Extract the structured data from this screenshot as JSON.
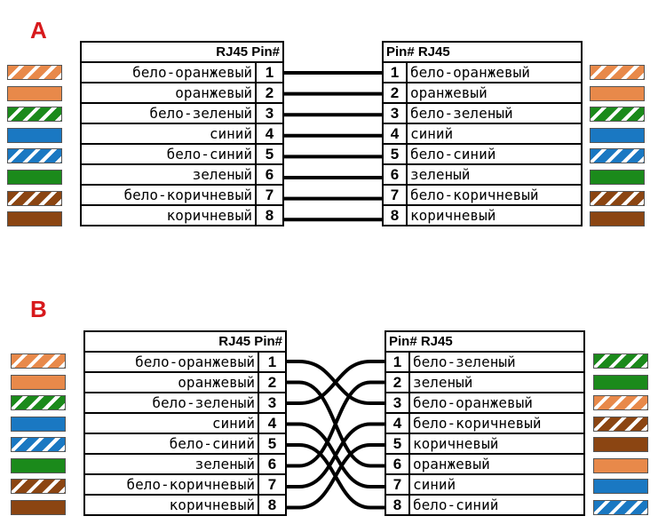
{
  "colors": {
    "orange": "#e8894a",
    "green": "#1b8a1b",
    "blue": "#1a78c2",
    "brown": "#8b4512",
    "label_red": "#d7191c",
    "wire": "#000000"
  },
  "diagrams": [
    {
      "label": "A",
      "left_header": "RJ45  Pin#",
      "right_header": "Pin#  RJ45",
      "left_pins": [
        {
          "name": "бело-оранжевый",
          "pin": "1",
          "color": "orange",
          "striped": true
        },
        {
          "name": "оранжевый",
          "pin": "2",
          "color": "orange",
          "striped": false
        },
        {
          "name": "бело-зеленый",
          "pin": "3",
          "color": "green",
          "striped": true
        },
        {
          "name": "синий",
          "pin": "4",
          "color": "blue",
          "striped": false
        },
        {
          "name": "бело-синий",
          "pin": "5",
          "color": "blue",
          "striped": true
        },
        {
          "name": "зеленый",
          "pin": "6",
          "color": "green",
          "striped": false
        },
        {
          "name": "бело-коричневый",
          "pin": "7",
          "color": "brown",
          "striped": true
        },
        {
          "name": "коричневый",
          "pin": "8",
          "color": "brown",
          "striped": false
        }
      ],
      "right_pins": [
        {
          "name": "бело-оранжевый",
          "pin": "1",
          "color": "orange",
          "striped": true
        },
        {
          "name": "оранжевый",
          "pin": "2",
          "color": "orange",
          "striped": false
        },
        {
          "name": "бело-зеленый",
          "pin": "3",
          "color": "green",
          "striped": true
        },
        {
          "name": "синий",
          "pin": "4",
          "color": "blue",
          "striped": false
        },
        {
          "name": "бело-синий",
          "pin": "5",
          "color": "blue",
          "striped": true
        },
        {
          "name": "зеленый",
          "pin": "6",
          "color": "green",
          "striped": false
        },
        {
          "name": "бело-коричневый",
          "pin": "7",
          "color": "brown",
          "striped": true
        },
        {
          "name": "коричневый",
          "pin": "8",
          "color": "brown",
          "striped": false
        }
      ],
      "connections": [
        [
          1,
          1
        ],
        [
          2,
          2
        ],
        [
          3,
          3
        ],
        [
          4,
          4
        ],
        [
          5,
          5
        ],
        [
          6,
          6
        ],
        [
          7,
          7
        ],
        [
          8,
          8
        ]
      ]
    },
    {
      "label": "B",
      "left_header": "RJ45  Pin#",
      "right_header": "Pin#  RJ45",
      "left_pins": [
        {
          "name": "бело-оранжевый",
          "pin": "1",
          "color": "orange",
          "striped": true
        },
        {
          "name": "оранжевый",
          "pin": "2",
          "color": "orange",
          "striped": false
        },
        {
          "name": "бело-зеленый",
          "pin": "3",
          "color": "green",
          "striped": true
        },
        {
          "name": "синий",
          "pin": "4",
          "color": "blue",
          "striped": false
        },
        {
          "name": "бело-синий",
          "pin": "5",
          "color": "blue",
          "striped": true
        },
        {
          "name": "зеленый",
          "pin": "6",
          "color": "green",
          "striped": false
        },
        {
          "name": "бело-коричневый",
          "pin": "7",
          "color": "brown",
          "striped": true
        },
        {
          "name": "коричневый",
          "pin": "8",
          "color": "brown",
          "striped": false
        }
      ],
      "right_pins": [
        {
          "name": "бело-зеленый",
          "pin": "1",
          "color": "green",
          "striped": true
        },
        {
          "name": "зеленый",
          "pin": "2",
          "color": "green",
          "striped": false
        },
        {
          "name": "бело-оранжевый",
          "pin": "3",
          "color": "orange",
          "striped": true
        },
        {
          "name": "бело-коричневый",
          "pin": "4",
          "color": "brown",
          "striped": true
        },
        {
          "name": "коричневый",
          "pin": "5",
          "color": "brown",
          "striped": false
        },
        {
          "name": "оранжевый",
          "pin": "6",
          "color": "orange",
          "striped": false
        },
        {
          "name": "синий",
          "pin": "7",
          "color": "blue",
          "striped": false
        },
        {
          "name": "бело-синий",
          "pin": "8",
          "color": "blue",
          "striped": true
        }
      ],
      "connections": [
        [
          1,
          3
        ],
        [
          2,
          6
        ],
        [
          3,
          1
        ],
        [
          4,
          7
        ],
        [
          5,
          8
        ],
        [
          6,
          2
        ],
        [
          7,
          4
        ],
        [
          8,
          5
        ]
      ]
    }
  ]
}
